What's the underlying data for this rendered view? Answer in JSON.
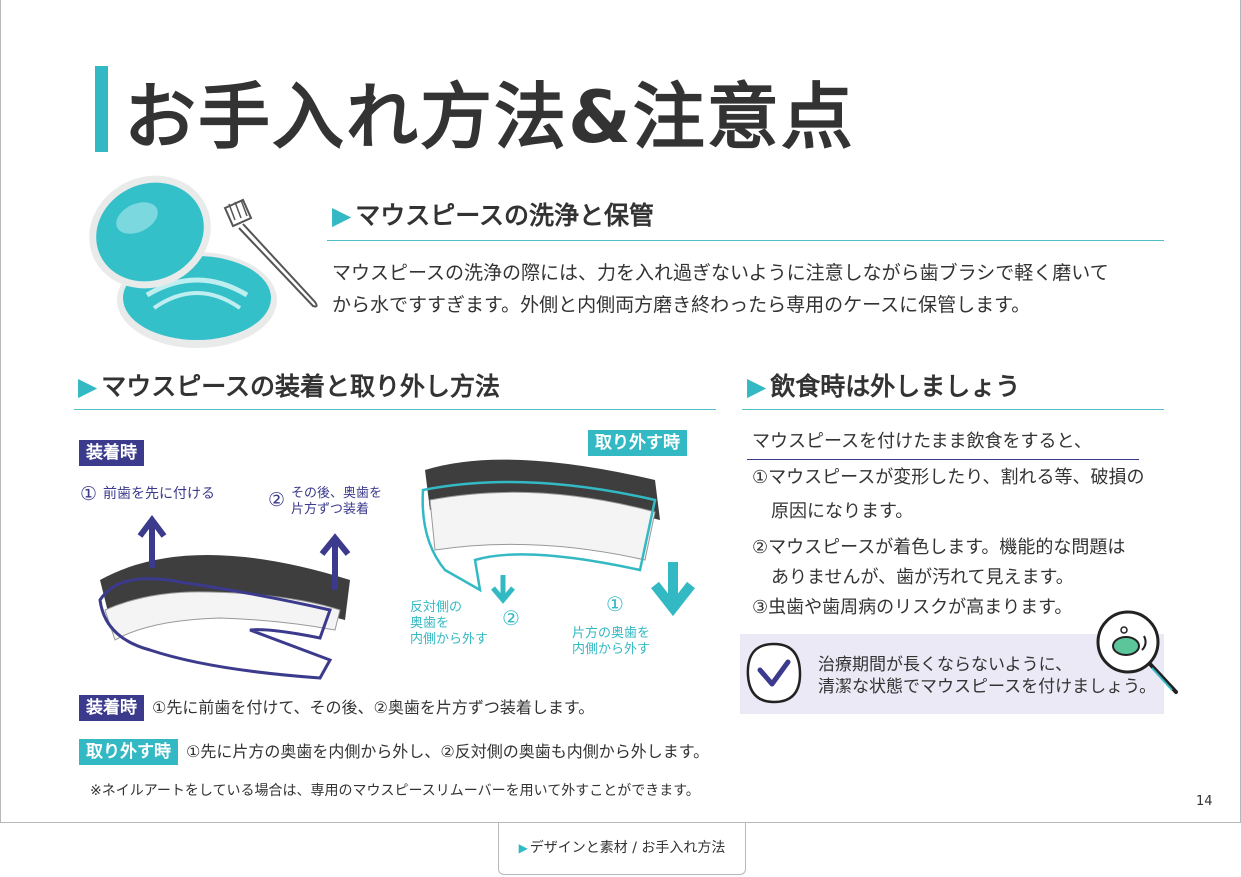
{
  "title": "お手入れ方法&注意点",
  "cleaning": {
    "heading": "マウスピースの洗浄と保管",
    "line1": "マウスピースの洗浄の際には、力を入れ過ぎないように注意しながら歯ブラシで軽く磨いて",
    "line2": "から水ですすぎます。外側と内側両方磨き終わったら専用のケースに保管します。"
  },
  "wearing": {
    "heading": "マウスピースの装着と取り外し方法",
    "tag_wear": "装着時",
    "tag_remove": "取り外す時",
    "step1_num": "①",
    "step1_text": "前歯を先に付ける",
    "step2_num": "②",
    "step2_line1": "その後、奥歯を",
    "step2_line2": "片方ずつ装着",
    "remove1_num": "①",
    "remove1_line1": "片方の奥歯を",
    "remove1_line2": "内側から外す",
    "remove2_num": "②",
    "remove2_line1": "反対側の",
    "remove2_line2": "奥歯を",
    "remove2_line3": "内側から外す"
  },
  "eating": {
    "heading": "飲食時は外しましょう",
    "lead": "マウスピースを付けたまま飲食をすると、",
    "item1_a": "①マウスピースが変形したり、割れる等、破損の",
    "item1_b": "原因になります。",
    "item2_a": "②マウスピースが着色します。機能的な問題は",
    "item2_b": "ありませんが、歯が汚れて見えます。",
    "item3": "③虫歯や歯周病のリスクが高まります。",
    "tip_line1": "治療期間が長くならないように、",
    "tip_line2": "清潔な状態でマウスピースを付けましょう。"
  },
  "summary": {
    "wear_tag": "装着時",
    "wear_text": "①先に前歯を付けて、その後、②奥歯を片方ずつ装着します。",
    "remove_tag": "取り外す時",
    "remove_text": "①先に片方の奥歯を内側から外し、②反対側の奥歯も内側から外します。",
    "note": "※ネイルアートをしている場合は、専用のマウスピースリムーバーを用いて外すことができます。"
  },
  "page_number": "14",
  "footer": "デザインと素材 / お手入れ方法",
  "colors": {
    "teal": "#33b9c3",
    "purple": "#3b3a8c",
    "tip_bg": "#ece9f6"
  }
}
